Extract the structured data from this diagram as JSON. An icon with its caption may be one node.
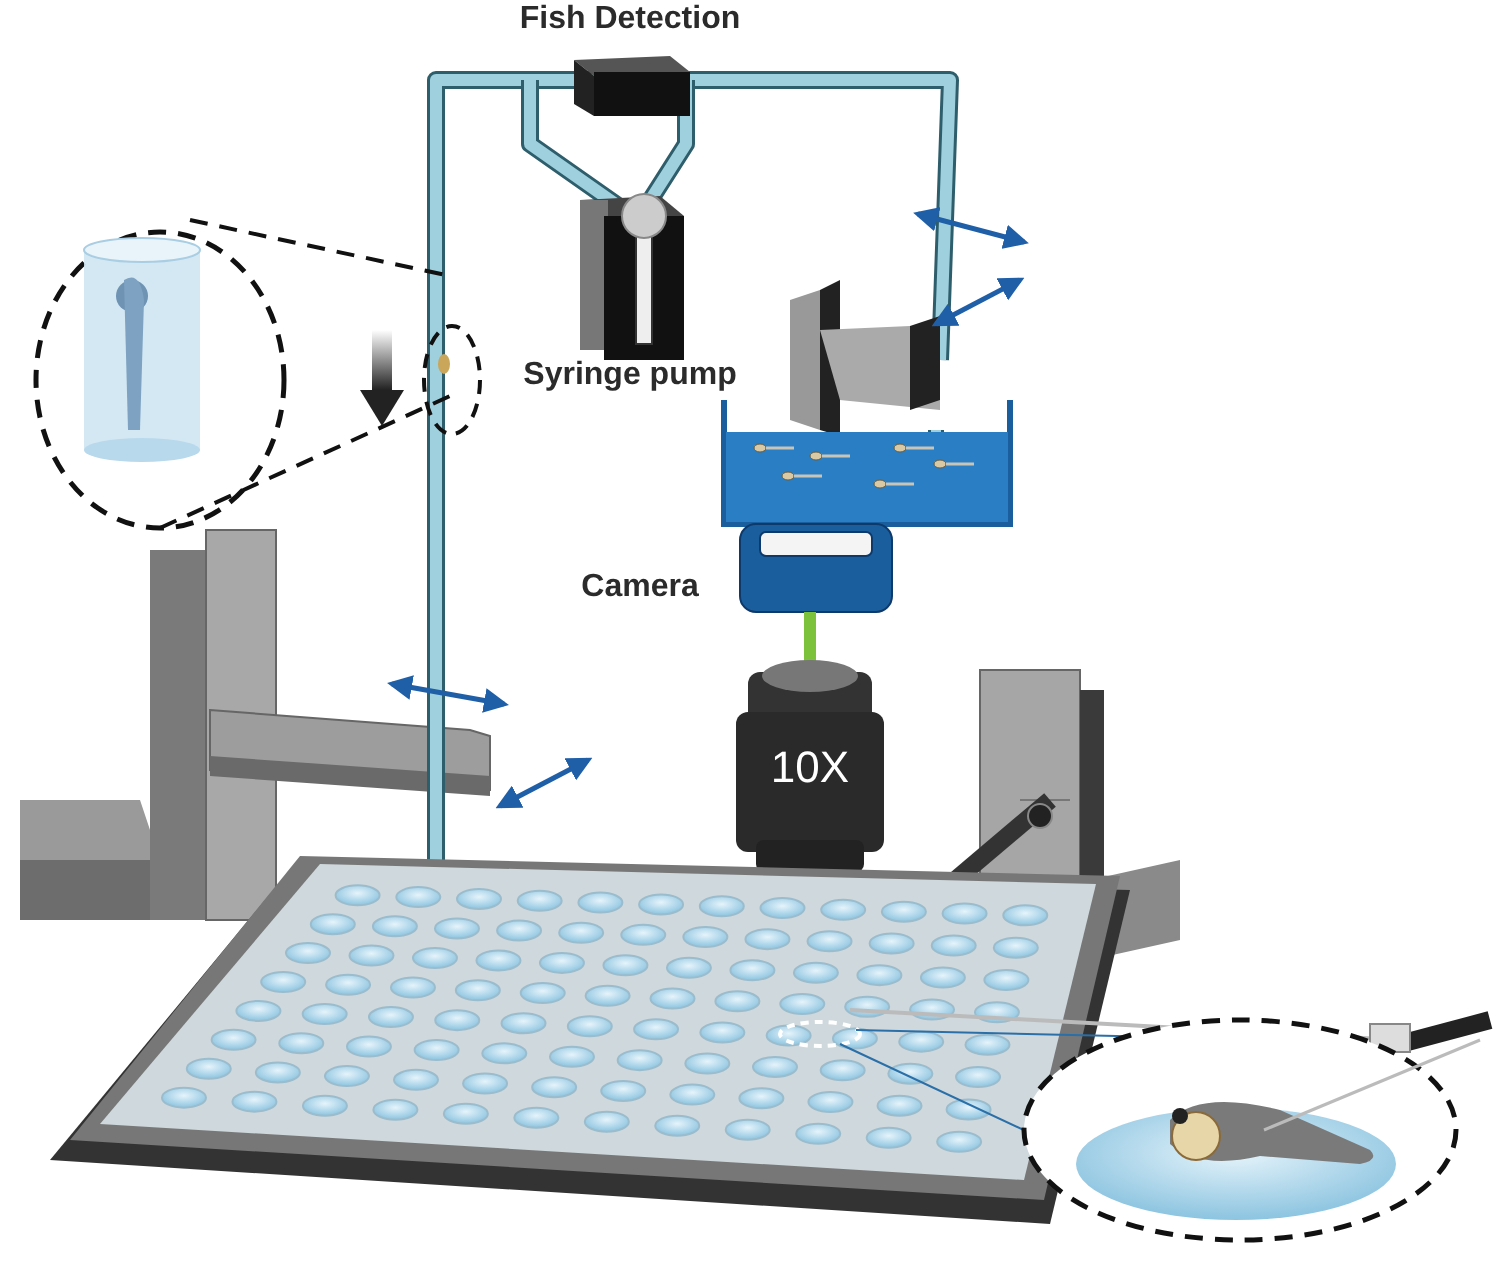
{
  "diagram": {
    "labels": [
      "Fish Detection",
      "Syringe pump",
      "Camera",
      "10X"
    ]
  }
}
